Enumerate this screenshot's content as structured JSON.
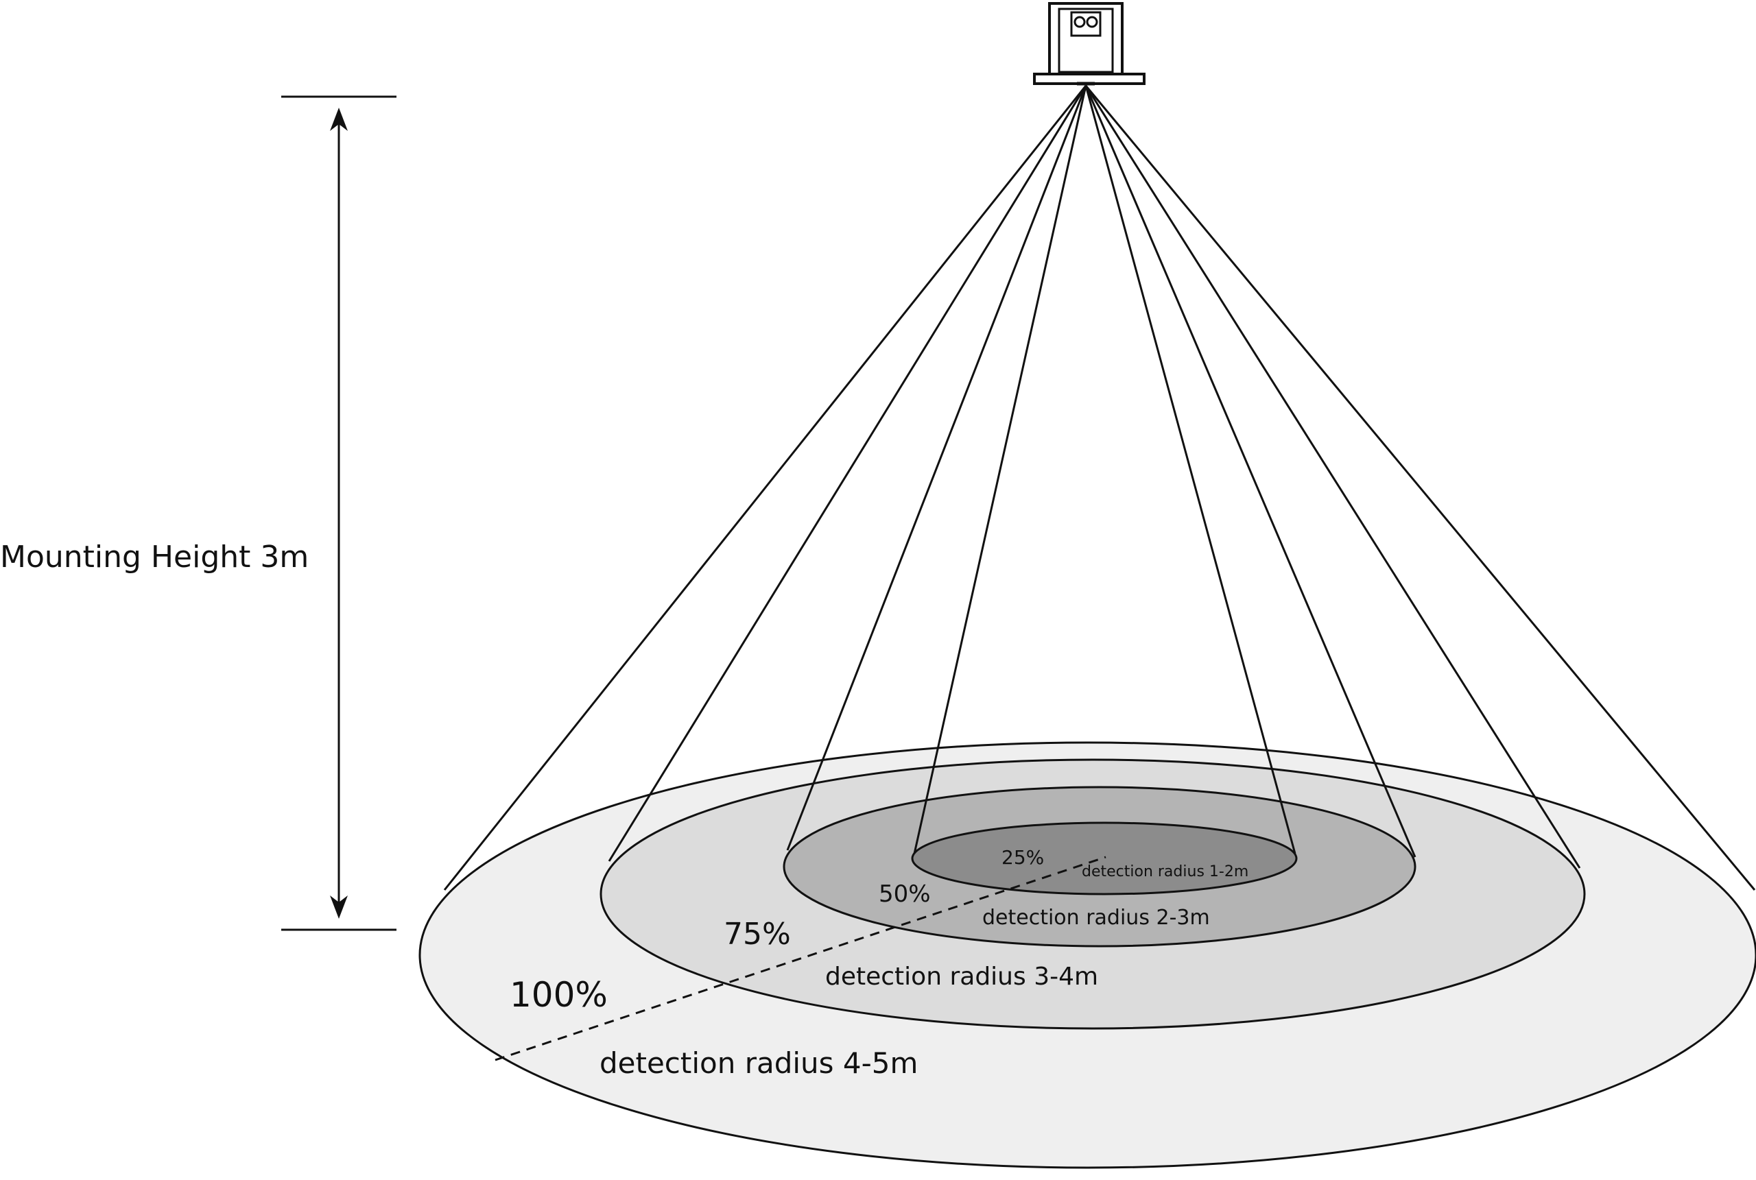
{
  "mounting_height_label": "Mounting Height 3m",
  "sensor_icon": "ceiling-pir-sensor-icon",
  "zones": [
    {
      "id": "zone-100",
      "percent_label": "100%",
      "radius_label": "detection radius 4-5m",
      "fill": "#efefef"
    },
    {
      "id": "zone-75",
      "percent_label": "75%",
      "radius_label": "detection radius 3-4m",
      "fill": "#dcdcdc"
    },
    {
      "id": "zone-50",
      "percent_label": "50%",
      "radius_label": "detection radius 2-3m",
      "fill": "#b4b4b4"
    },
    {
      "id": "zone-25",
      "percent_label": "25%",
      "radius_label": "detection radius 1-2m",
      "fill": "#8c8c8c"
    }
  ],
  "colors": {
    "stroke": "#111111",
    "background": "#ffffff"
  }
}
